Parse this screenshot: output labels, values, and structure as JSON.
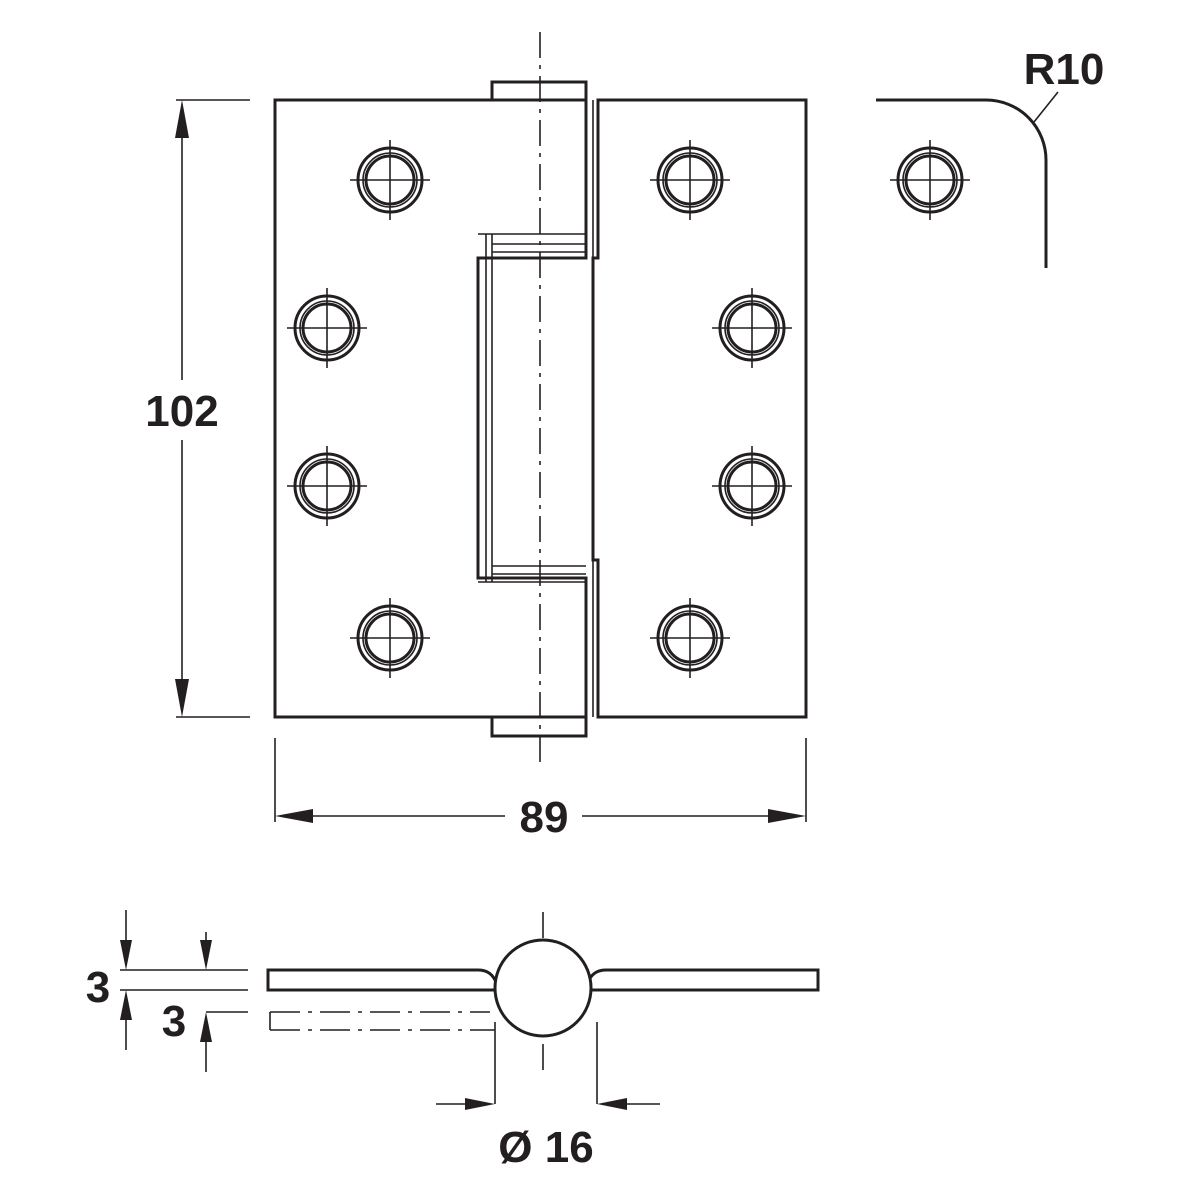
{
  "labels": {
    "height": "102",
    "width": "89",
    "corner_radius": "R10",
    "leaf_thickness_top": "3",
    "leaf_thickness_bottom": "3",
    "knuckle_diameter": "Ø 16"
  },
  "colors": {
    "line": "#231f20",
    "background": "#ffffff"
  },
  "views": {
    "front": "hinge-front-view",
    "corner": "corner-radius-detail",
    "side": "hinge-side-view"
  }
}
